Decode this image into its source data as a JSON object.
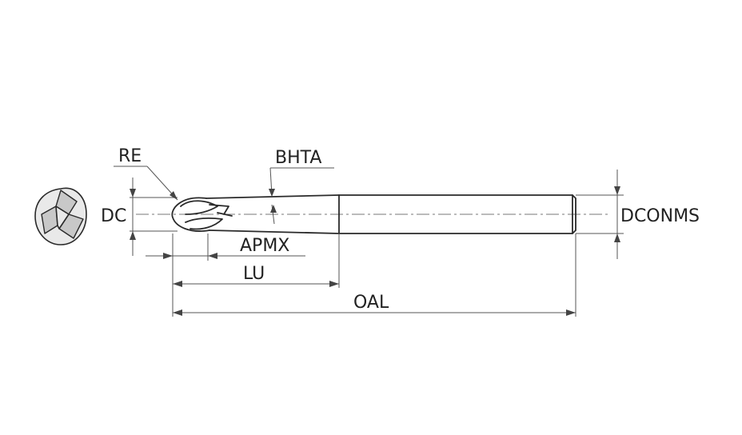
{
  "labels": {
    "re": "RE",
    "bhta": "BHTA",
    "dc": "DC",
    "apmx": "APMX",
    "lu": "LU",
    "oal": "OAL",
    "dconms": "DCONMS"
  },
  "icons": {
    "end_view": "ball-end-mill-end-view-icon",
    "tool": "ball-end-mill-side-view"
  },
  "colors": {
    "line": "#2a2a2a",
    "dimension": "#555555",
    "background": "#ffffff"
  }
}
